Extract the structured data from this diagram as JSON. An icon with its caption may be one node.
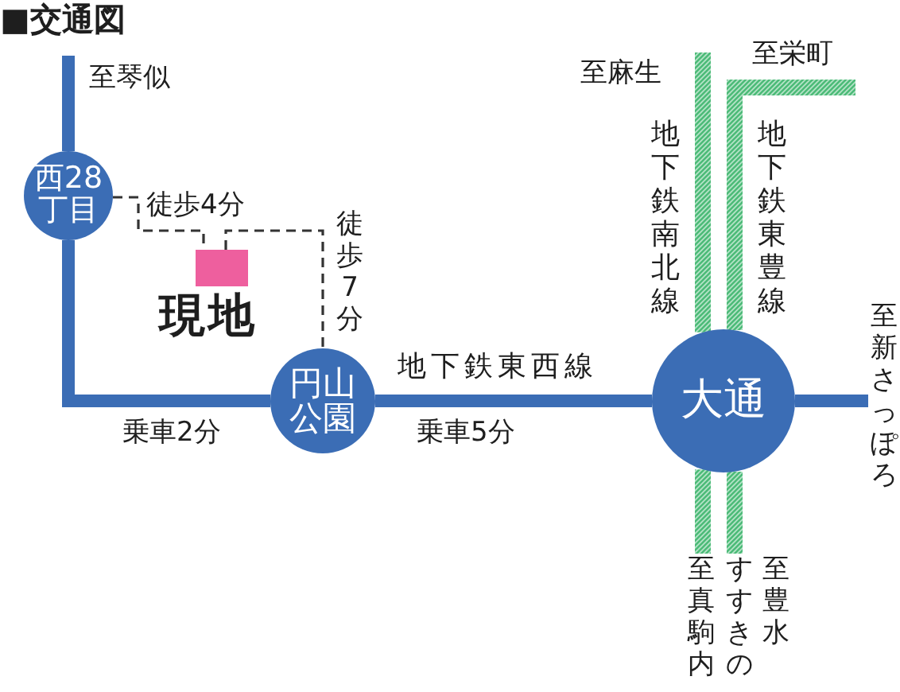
{
  "diagram": {
    "title": "■交通図",
    "nodes": [
      {
        "text": [
          "西28丁目"
        ]
      },
      {
        "text": [],
        "shape": "box",
        "beside": [
          "現地"
        ]
      },
      {
        "text": [
          "円山公園"
        ]
      },
      {
        "text": [
          "大通"
        ]
      },
      {
        "text": [
          "至新さっぽろ"
        ]
      },
      {
        "text": [
          "至真駒内"
        ]
      },
      {
        "text": [
          "至豊水すすきの"
        ]
      }
    ],
    "edges": [
      {
        "from": null,
        "to": 0,
        "arrow": "none",
        "color": "#3b6db5"
      },
      {
        "from": 0,
        "to": 2,
        "arrow": "none",
        "label": "乗車2分",
        "color": "#3b6db5"
      },
      {
        "from": 2,
        "to": 3,
        "arrow": "none",
        "label": "乗車5分",
        "color": "#3b6db5"
      },
      {
        "from": 3,
        "to": 4,
        "arrow": "none",
        "color": "#3b6db5"
      },
      {
        "from": null,
        "to": 3,
        "arrow": "none",
        "color": "#4cbb78"
      },
      {
        "from": 3,
        "to": 5,
        "arrow": "none",
        "color": "#4cbb78"
      },
      {
        "from": null,
        "to": 3,
        "arrow": "none",
        "color": "#4cbb78"
      },
      {
        "from": 3,
        "to": 6,
        "arrow": "none",
        "color": "#4cbb78"
      },
      {
        "from": 0,
        "to": 1,
        "arrow": "none",
        "label": "徒歩4分",
        "style": "dashed",
        "color": "#333333"
      },
      {
        "from": 1,
        "to": 2,
        "arrow": "none",
        "label": "徒歩7分",
        "style": "dashed",
        "color": "#333333"
      }
    ],
    "labels": [
      "至栄町",
      "至麻生",
      "至琴似",
      "地下鉄南北線",
      "地下鉄東豊線",
      "地下鉄東西線"
    ]
  }
}
